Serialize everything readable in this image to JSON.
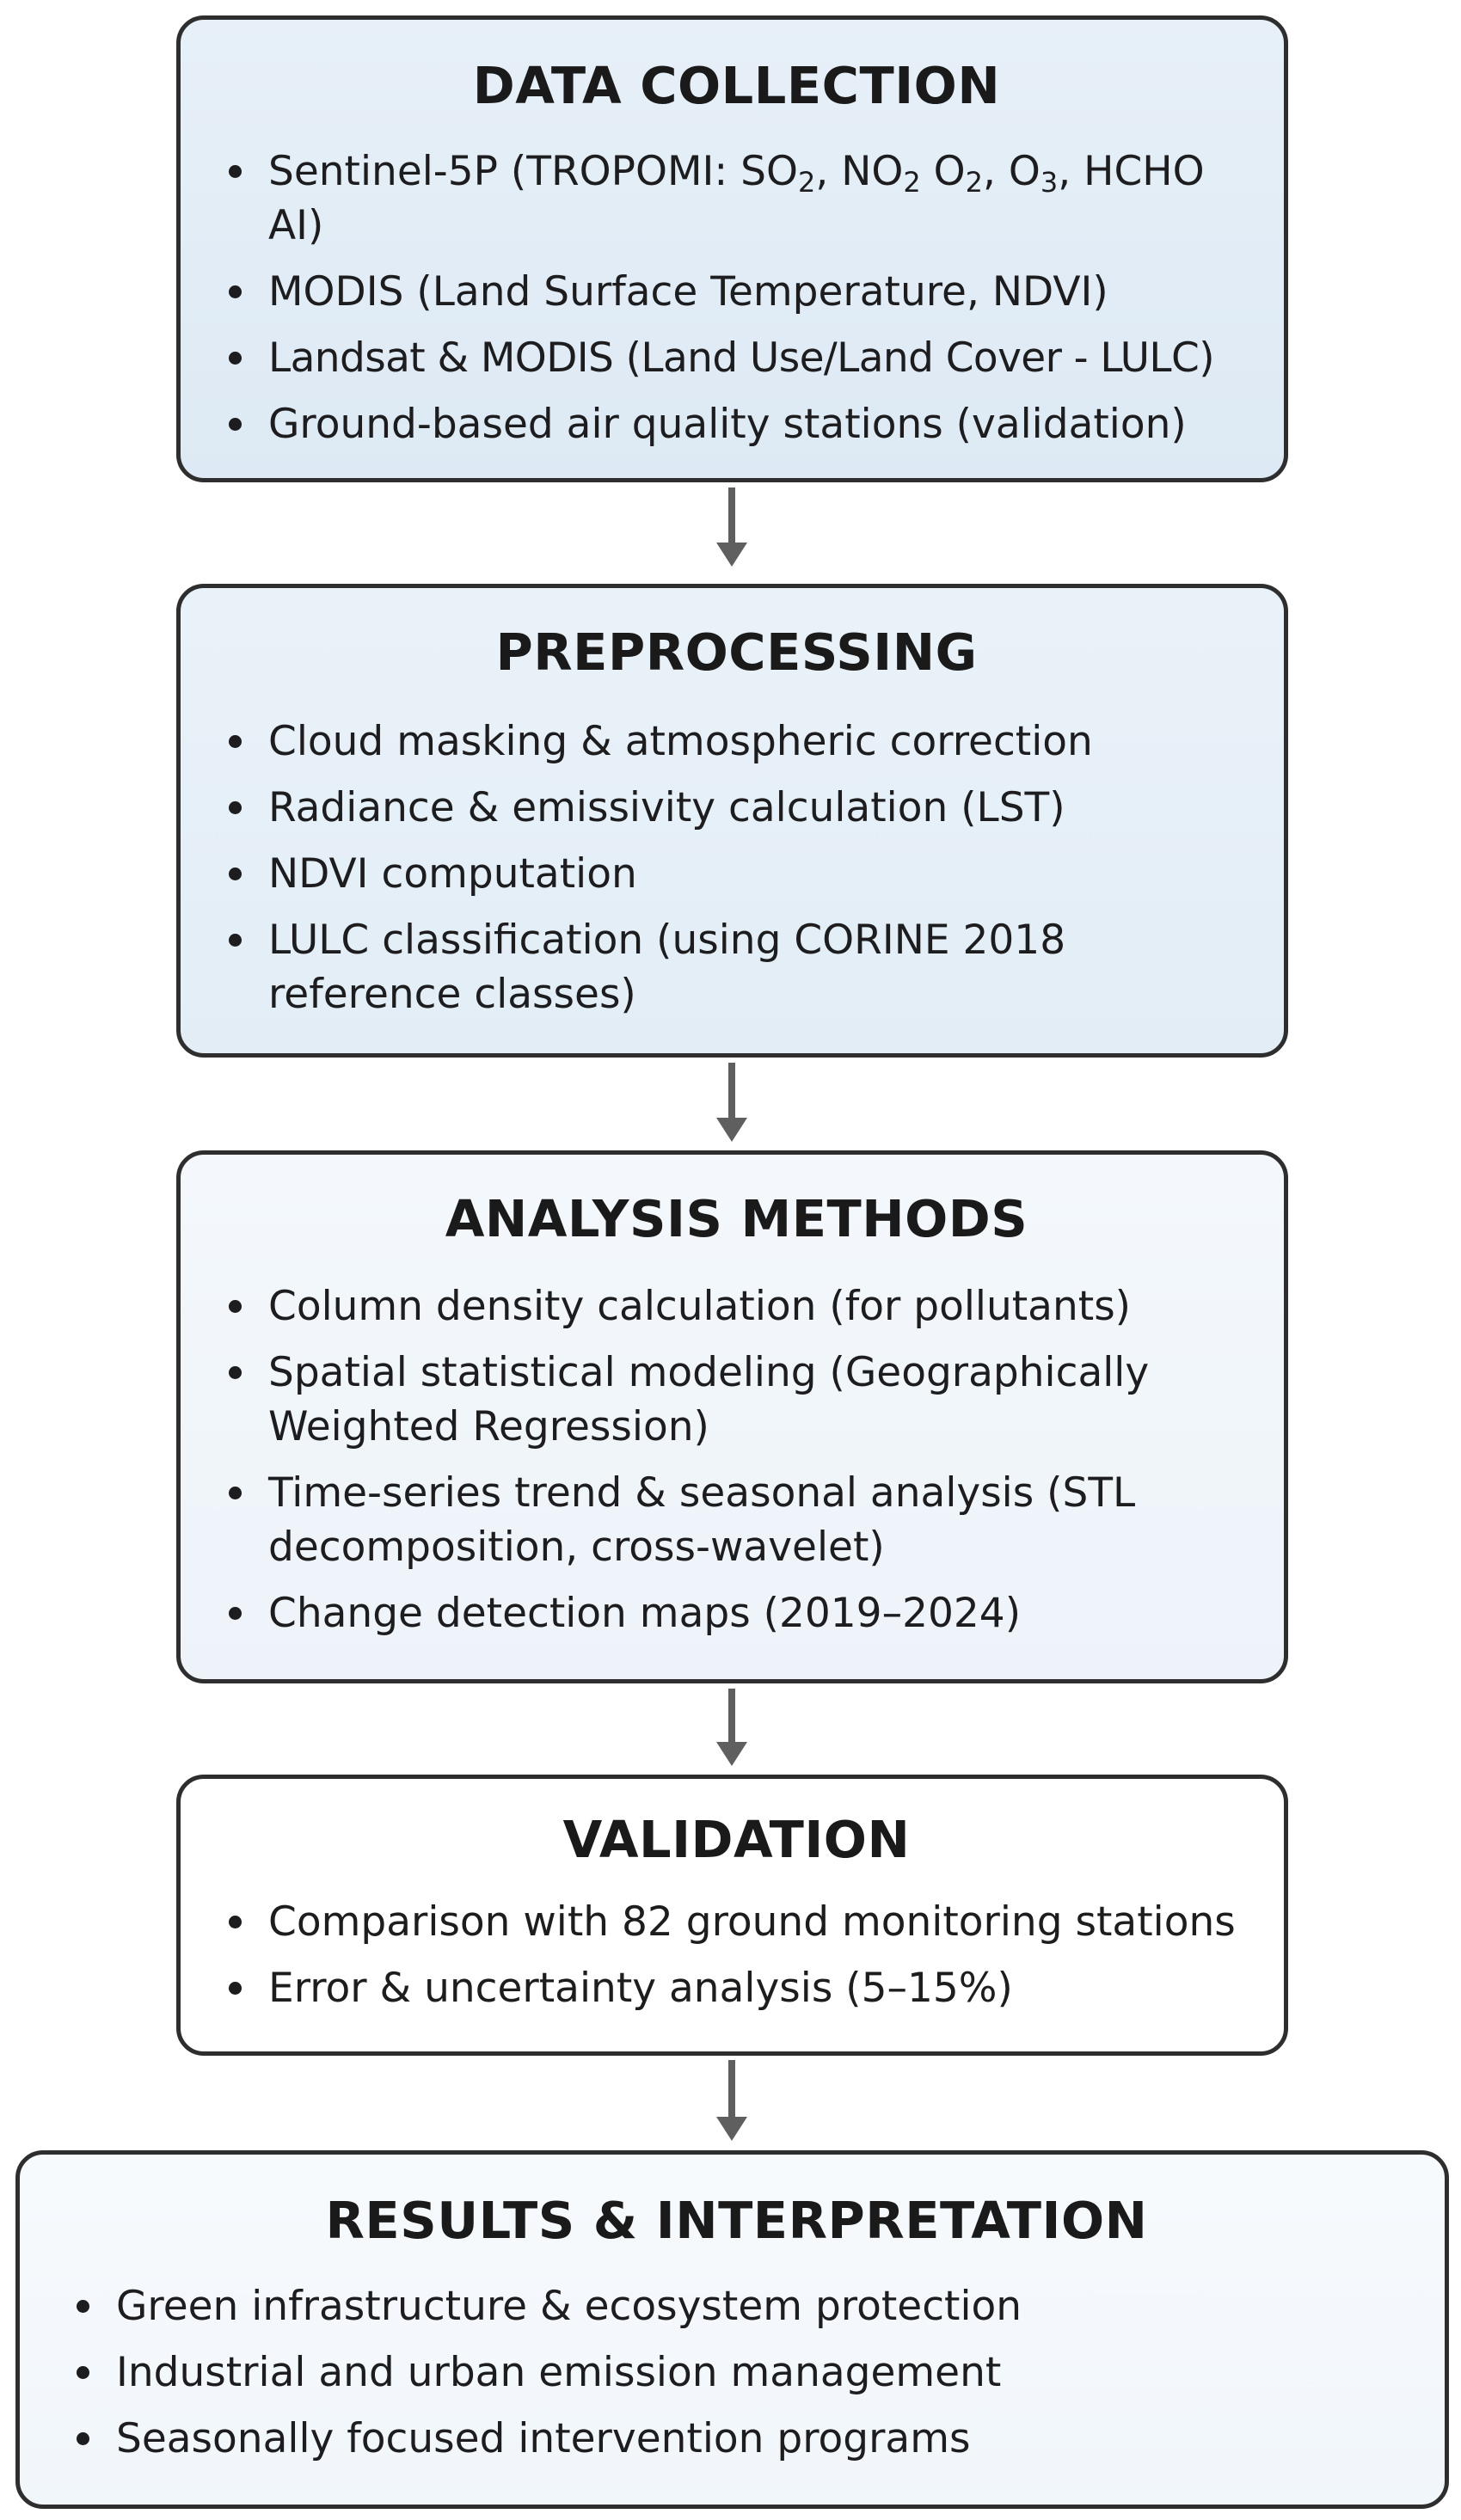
{
  "boxes": [
    {
      "title": "DATA COLLECTION",
      "items": [
        {
          "parts": [
            "Sentinel-5P (TROPOMI: SO",
            "2",
            ", NO",
            "2",
            " O",
            "2",
            ", O",
            "3",
            ", HCHO AI)"
          ]
        },
        {
          "text": "MODIS (Land Surface Temperature, NDVI)"
        },
        {
          "text": "Landsat & MODIS (Land Use/Land Cover - LULC)"
        },
        {
          "text": "Ground-based air quality stations (validation)"
        }
      ]
    },
    {
      "title": "PREPROCESSING",
      "items": [
        {
          "text": "Cloud masking & atmospheric correction"
        },
        {
          "text": "Radiance & emissivity calculation (LST)"
        },
        {
          "text": "NDVI computation"
        },
        {
          "text": "LULC classification (using CORINE 2018 reference classes)"
        }
      ]
    },
    {
      "title": "ANALYSIS METHODS",
      "items": [
        {
          "text": "Column density calculation (for pollutants)"
        },
        {
          "text": "Spatial statistical modeling (Geographically Weighted Regression)"
        },
        {
          "text": "Time-series trend & seasonal analysis (STL decomposition, cross-wavelet)"
        },
        {
          "text": "Change detection maps (2019–2024)"
        }
      ]
    },
    {
      "title": "VALIDATION",
      "items": [
        {
          "text": "Comparison with 82 ground monitoring stations"
        },
        {
          "text": "Error & uncertainty analysis (5–15%)"
        }
      ]
    },
    {
      "title": "RESULTS & INTERPRETATION",
      "items": [
        {
          "text": "Green infrastructure & ecosystem protection"
        },
        {
          "text": "Industrial and urban emission management"
        },
        {
          "text": "Seasonally focused intervention programs"
        }
      ]
    }
  ]
}
